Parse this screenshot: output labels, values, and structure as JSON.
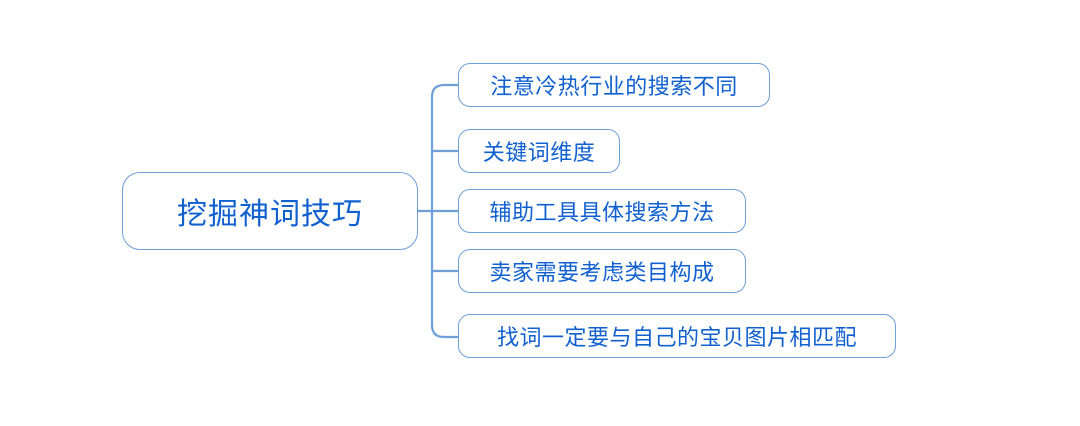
{
  "diagram": {
    "type": "mind-map",
    "orientation": "left-to-right",
    "background_color": "#ffffff",
    "node_border_color": "#6f9fd8",
    "node_text_color": "#1060d0",
    "connector_color": "#6f9fd8",
    "root": {
      "label": "挖掘神词技巧"
    },
    "branches": [
      {
        "label": "注意冷热行业的搜索不同"
      },
      {
        "label": "关键词维度"
      },
      {
        "label": "辅助工具具体搜索方法"
      },
      {
        "label": "卖家需要考虑类目构成"
      },
      {
        "label": "找词一定要与自己的宝贝图片相匹配"
      }
    ]
  }
}
